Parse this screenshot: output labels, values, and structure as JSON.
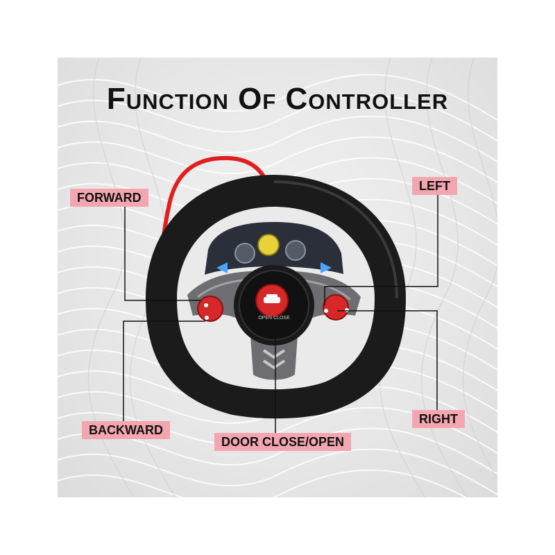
{
  "title": "Function Of Controller",
  "labels": {
    "forward": "FORWARD",
    "left": "LEFT",
    "backward": "BACKWARD",
    "right": "RIGHT",
    "door": "DOOR CLOSE/OPEN"
  },
  "center_button_text": "OPEN  CLOSE",
  "colors": {
    "label_bg": "#f4a6b0",
    "button_red": "#d62828",
    "wheel_black": "#1b1b1b",
    "cable_red": "#e02020"
  }
}
